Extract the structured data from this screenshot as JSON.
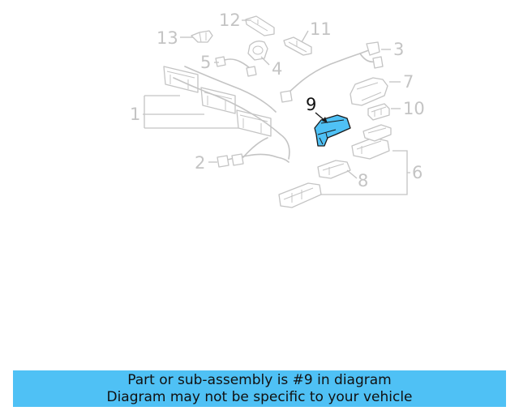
{
  "callouts": {
    "c1": "1",
    "c2": "2",
    "c3": "3",
    "c4": "4",
    "c5": "5",
    "c6": "6",
    "c7": "7",
    "c8": "8",
    "c9": "9",
    "c10": "10",
    "c11": "11",
    "c12": "12",
    "c13": "13"
  },
  "highlighted_part": "9",
  "colors": {
    "highlight": "#4fc1f5",
    "line_art": "#c4c4c4",
    "banner": "#4fc1f5"
  },
  "banner": {
    "line1": "Part or sub-assembly is #9 in diagram",
    "line2": "Diagram may not be specific to your vehicle"
  }
}
